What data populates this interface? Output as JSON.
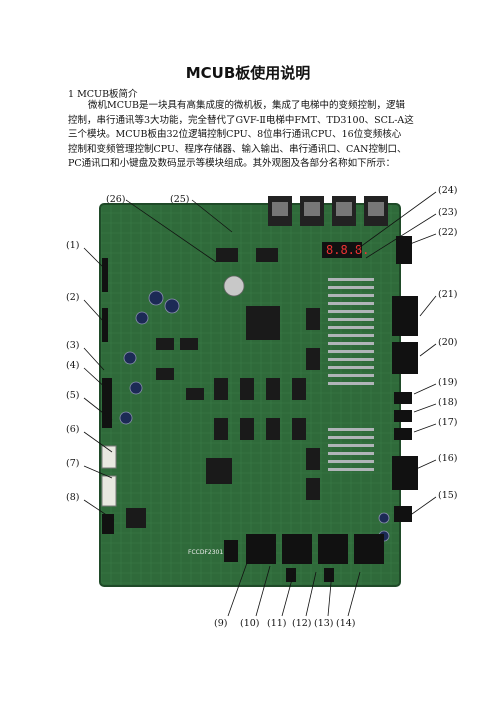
{
  "doc": {
    "title": "MCUB板使用说明",
    "section_heading": "1  MCUB板简介",
    "intro_lines": [
      "微机MCUB是一块具有高集成度的微机板，集成了电梯中的变频控制，逻辑",
      "控制，串行通讯等3大功能，完全替代了GVF-Ⅱ电梯中FMT、TD3100、SCL-A这",
      "三个模块。MCUB板由32位逻辑控制CPU、8位串行通讯CPU、16位变频核心",
      "控制和变频管理控制CPU、程序存储器、输入输出、串行通讯口、CAN控制口、",
      "PC通讯口和小键盘及数码显示等模块组成。其外观图及各部分名称如下所示："
    ]
  },
  "figure": {
    "labels": {
      "l1": "(1)",
      "l2": "(2)",
      "l3": "(3)",
      "l4": "(4)",
      "l5": "(5)",
      "l6": "(6)",
      "l7": "(7)",
      "l8": "(8)",
      "l9": "(9)",
      "l10": "(10)",
      "l11": "(11)",
      "l12": "(12)",
      "l13": "(13)",
      "l14": "(14)",
      "l15": "(15)",
      "l16": "(16)",
      "l17": "(17)",
      "l18": "(18)",
      "l19": "(19)",
      "l20": "(20)",
      "l21": "(21)",
      "l22": "(22)",
      "l23": "(23)",
      "l24": "(24)",
      "l25": "(25)",
      "l26": "(26)"
    },
    "board_silk": {
      "model": "FCCDF2301",
      "seg_display": "8.8.8."
    }
  },
  "colors": {
    "pcb": "#2f6a3a",
    "pcb_dark": "#1f4a28",
    "chip": "#1a1a1a",
    "connector": "#111111",
    "pin": "#c8c8c8"
  }
}
